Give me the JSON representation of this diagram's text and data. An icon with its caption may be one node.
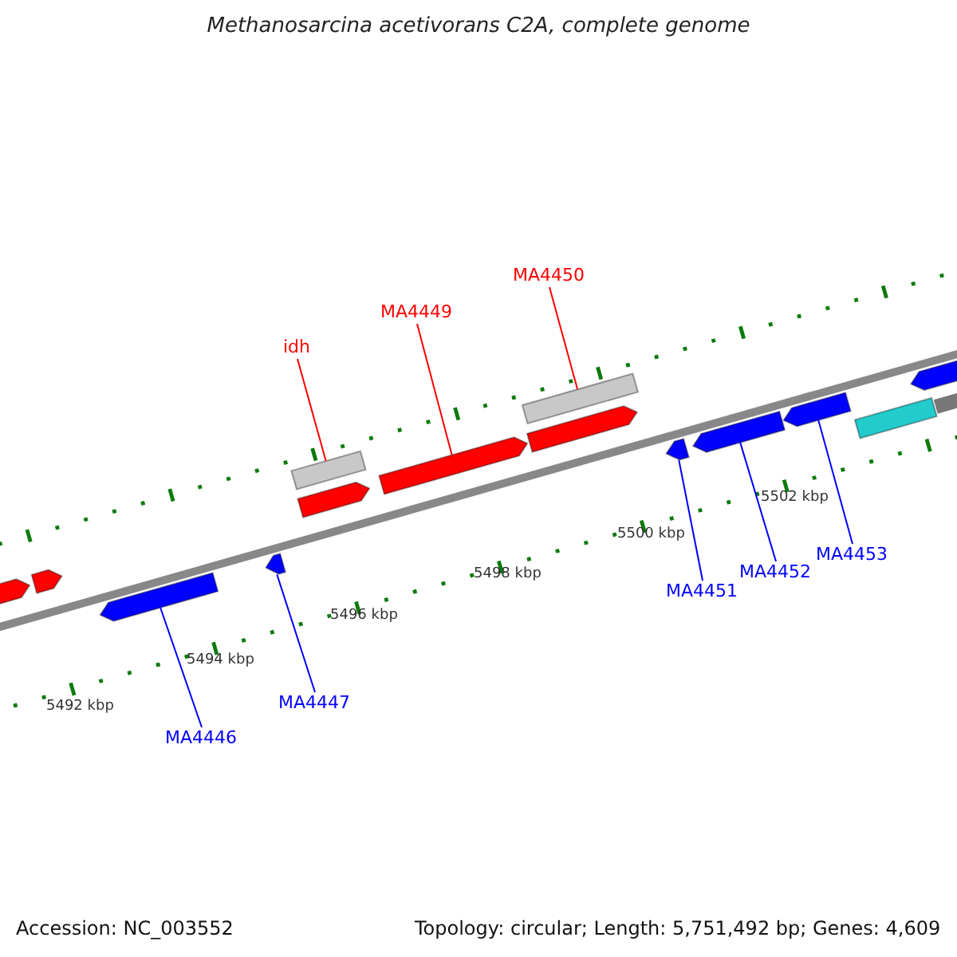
{
  "diagram": {
    "title": "Methanosarcina acetivorans C2A, complete genome",
    "nodes": [
      {
        "text": [
          "MA4450"
        ]
      },
      {
        "text": [
          "MA4449"
        ]
      },
      {
        "text": [
          "idh"
        ]
      },
      {
        "text": [
          "MA4447"
        ]
      },
      {
        "text": [
          "MA4451"
        ]
      },
      {
        "text": [
          "MA4452"
        ]
      },
      {
        "text": [
          "MA4453"
        ]
      },
      {
        "text": [
          "MA4446"
        ]
      },
      {
        "text": [],
        "shape": "pentagon"
      },
      {
        "text": [],
        "shape": "pentagon"
      },
      {
        "text": [],
        "shape": "pentagon"
      },
      {
        "text": [],
        "shape": "pentagon"
      },
      {
        "text": [],
        "shape": "box"
      },
      {
        "text": [],
        "shape": "pentagon"
      },
      {
        "text": [],
        "shape": "pentagon"
      },
      {
        "text": [],
        "shape": "pentagon"
      },
      {
        "text": [],
        "shape": "box"
      },
      {
        "text": [],
        "shape": "pentagon"
      },
      {
        "text": [],
        "shape": "pentagon"
      },
      {
        "text": [],
        "shape": "pentagon"
      },
      {
        "text": [],
        "shape": "box"
      },
      {
        "text": [],
        "shape": "pentagon"
      }
    ],
    "edges": [
      {
        "from": 0,
        "to": 16,
        "arrow": "none",
        "color": "#ff0000"
      },
      {
        "from": 1,
        "to": 14,
        "arrow": "none",
        "color": "#ff0000"
      },
      {
        "from": 2,
        "to": 12,
        "arrow": "none",
        "color": "#ff0000"
      },
      {
        "from": 3,
        "to": 11,
        "arrow": "none"
      },
      {
        "from": 4,
        "to": 17,
        "arrow": "none"
      },
      {
        "from": 5,
        "to": 18,
        "arrow": "none"
      },
      {
        "from": 6,
        "to": 19,
        "arrow": "none"
      },
      {
        "from": 7,
        "to": 10,
        "arrow": "none"
      }
    ],
    "labels": [
      "5502 kbp",
      "5500 kbp",
      "5498 kbp",
      "5496 kbp",
      "5494 kbp",
      "5492 kbp",
      "Accession: NC_003552",
      "Topology: circular; Length: 5,751,492 bp; Genes: 4,609"
    ]
  }
}
